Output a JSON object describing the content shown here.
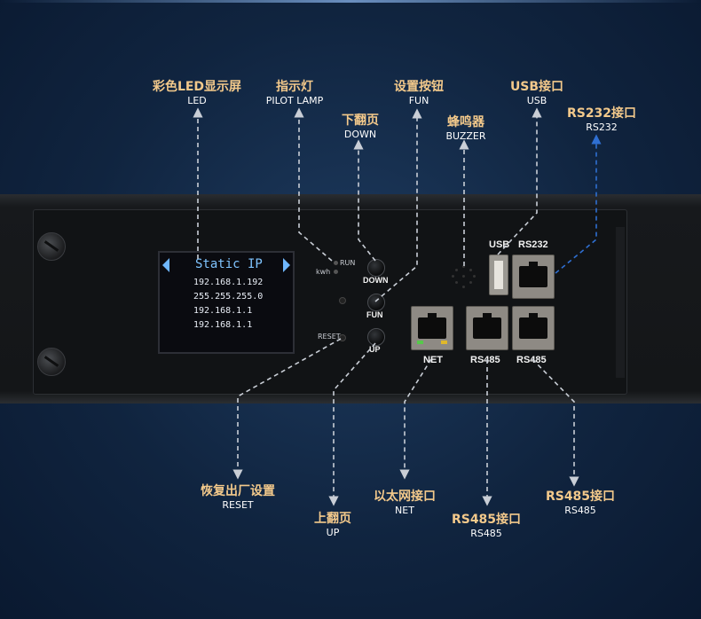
{
  "labels": {
    "led": {
      "zh": "彩色LED显示屏",
      "en": "LED"
    },
    "pilot": {
      "zh": "指示灯",
      "en": "PILOT LAMP"
    },
    "fun": {
      "zh": "设置按钮",
      "en": "FUN"
    },
    "usb": {
      "zh": "USB接口",
      "en": "USB"
    },
    "rs232": {
      "zh": "RS232接口",
      "en": "RS232"
    },
    "down": {
      "zh": "下翻页",
      "en": "DOWN"
    },
    "buzzer": {
      "zh": "蜂鸣器",
      "en": "BUZZER"
    },
    "reset": {
      "zh": "恢复出厂设置",
      "en": "RESET"
    },
    "up": {
      "zh": "上翻页",
      "en": "UP"
    },
    "net": {
      "zh": "以太网接口",
      "en": "NET"
    },
    "rs485a": {
      "zh": "RS485接口",
      "en": "RS485"
    },
    "rs485b": {
      "zh": "RS485接口",
      "en": "RS485"
    }
  },
  "screen": {
    "title": "Static IP",
    "lines": [
      "192.168.1.192",
      "255.255.255.0",
      "192.168.1.1",
      "192.168.1.1"
    ]
  },
  "panel": {
    "run": "RUN",
    "kwh": "kwh",
    "reset": "RESET",
    "down": "DOWN",
    "fun": "FUN",
    "up": "UP",
    "usb": "USB",
    "rs232": "RS232",
    "net": "NET",
    "rs485a": "RS485",
    "rs485b": "RS485"
  },
  "colors": {
    "label_zh": "#f3c98b",
    "leader": "#c9ced6",
    "rs232_leader": "#2f6fd1",
    "screen_title": "#7fc4ff"
  }
}
